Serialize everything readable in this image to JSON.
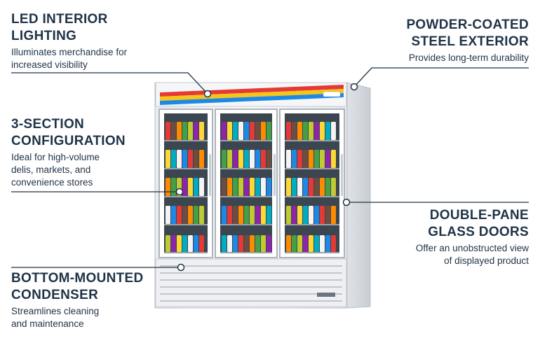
{
  "callouts": {
    "led": {
      "title": "LED INTERIOR\nLIGHTING",
      "desc": "Illuminates merchandise for\nincreased visibility"
    },
    "powder": {
      "title": "POWDER-COATED\nSTEEL EXTERIOR",
      "desc": "Provides long-term durability"
    },
    "section": {
      "title": "3-SECTION\nCONFIGURATION",
      "desc": "Ideal for high-volume\ndelis, markets, and\nconvenience stores"
    },
    "doors": {
      "title": "DOUBLE-PANE\nGLASS DOORS",
      "desc": "Offer an unobstructed view\nof displayed product"
    },
    "condenser": {
      "title": "BOTTOM-MOUNTED\nCONDENSER",
      "desc": "Streamlines cleaning\nand maintenance"
    }
  },
  "colors": {
    "text": "#1f3347",
    "stripe_red": "#e53935",
    "stripe_yellow": "#f5c518",
    "stripe_blue": "#1e88e5"
  }
}
